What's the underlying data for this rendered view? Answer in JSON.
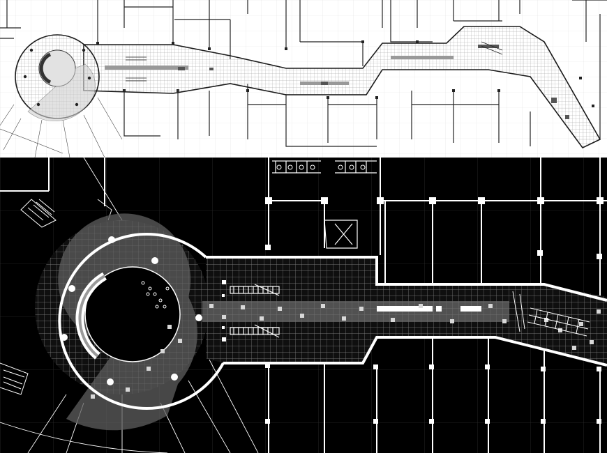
{
  "figure": {
    "panels": [
      {
        "id": "overview",
        "theme": "light",
        "background": "#ffffff",
        "ink": "#1a1a1a",
        "accent_fill": "#cfcfcf"
      },
      {
        "id": "detail",
        "theme": "dark",
        "background": "#000000",
        "ink": "#ffffff",
        "accent_fill": "#6e6e6e"
      }
    ]
  }
}
